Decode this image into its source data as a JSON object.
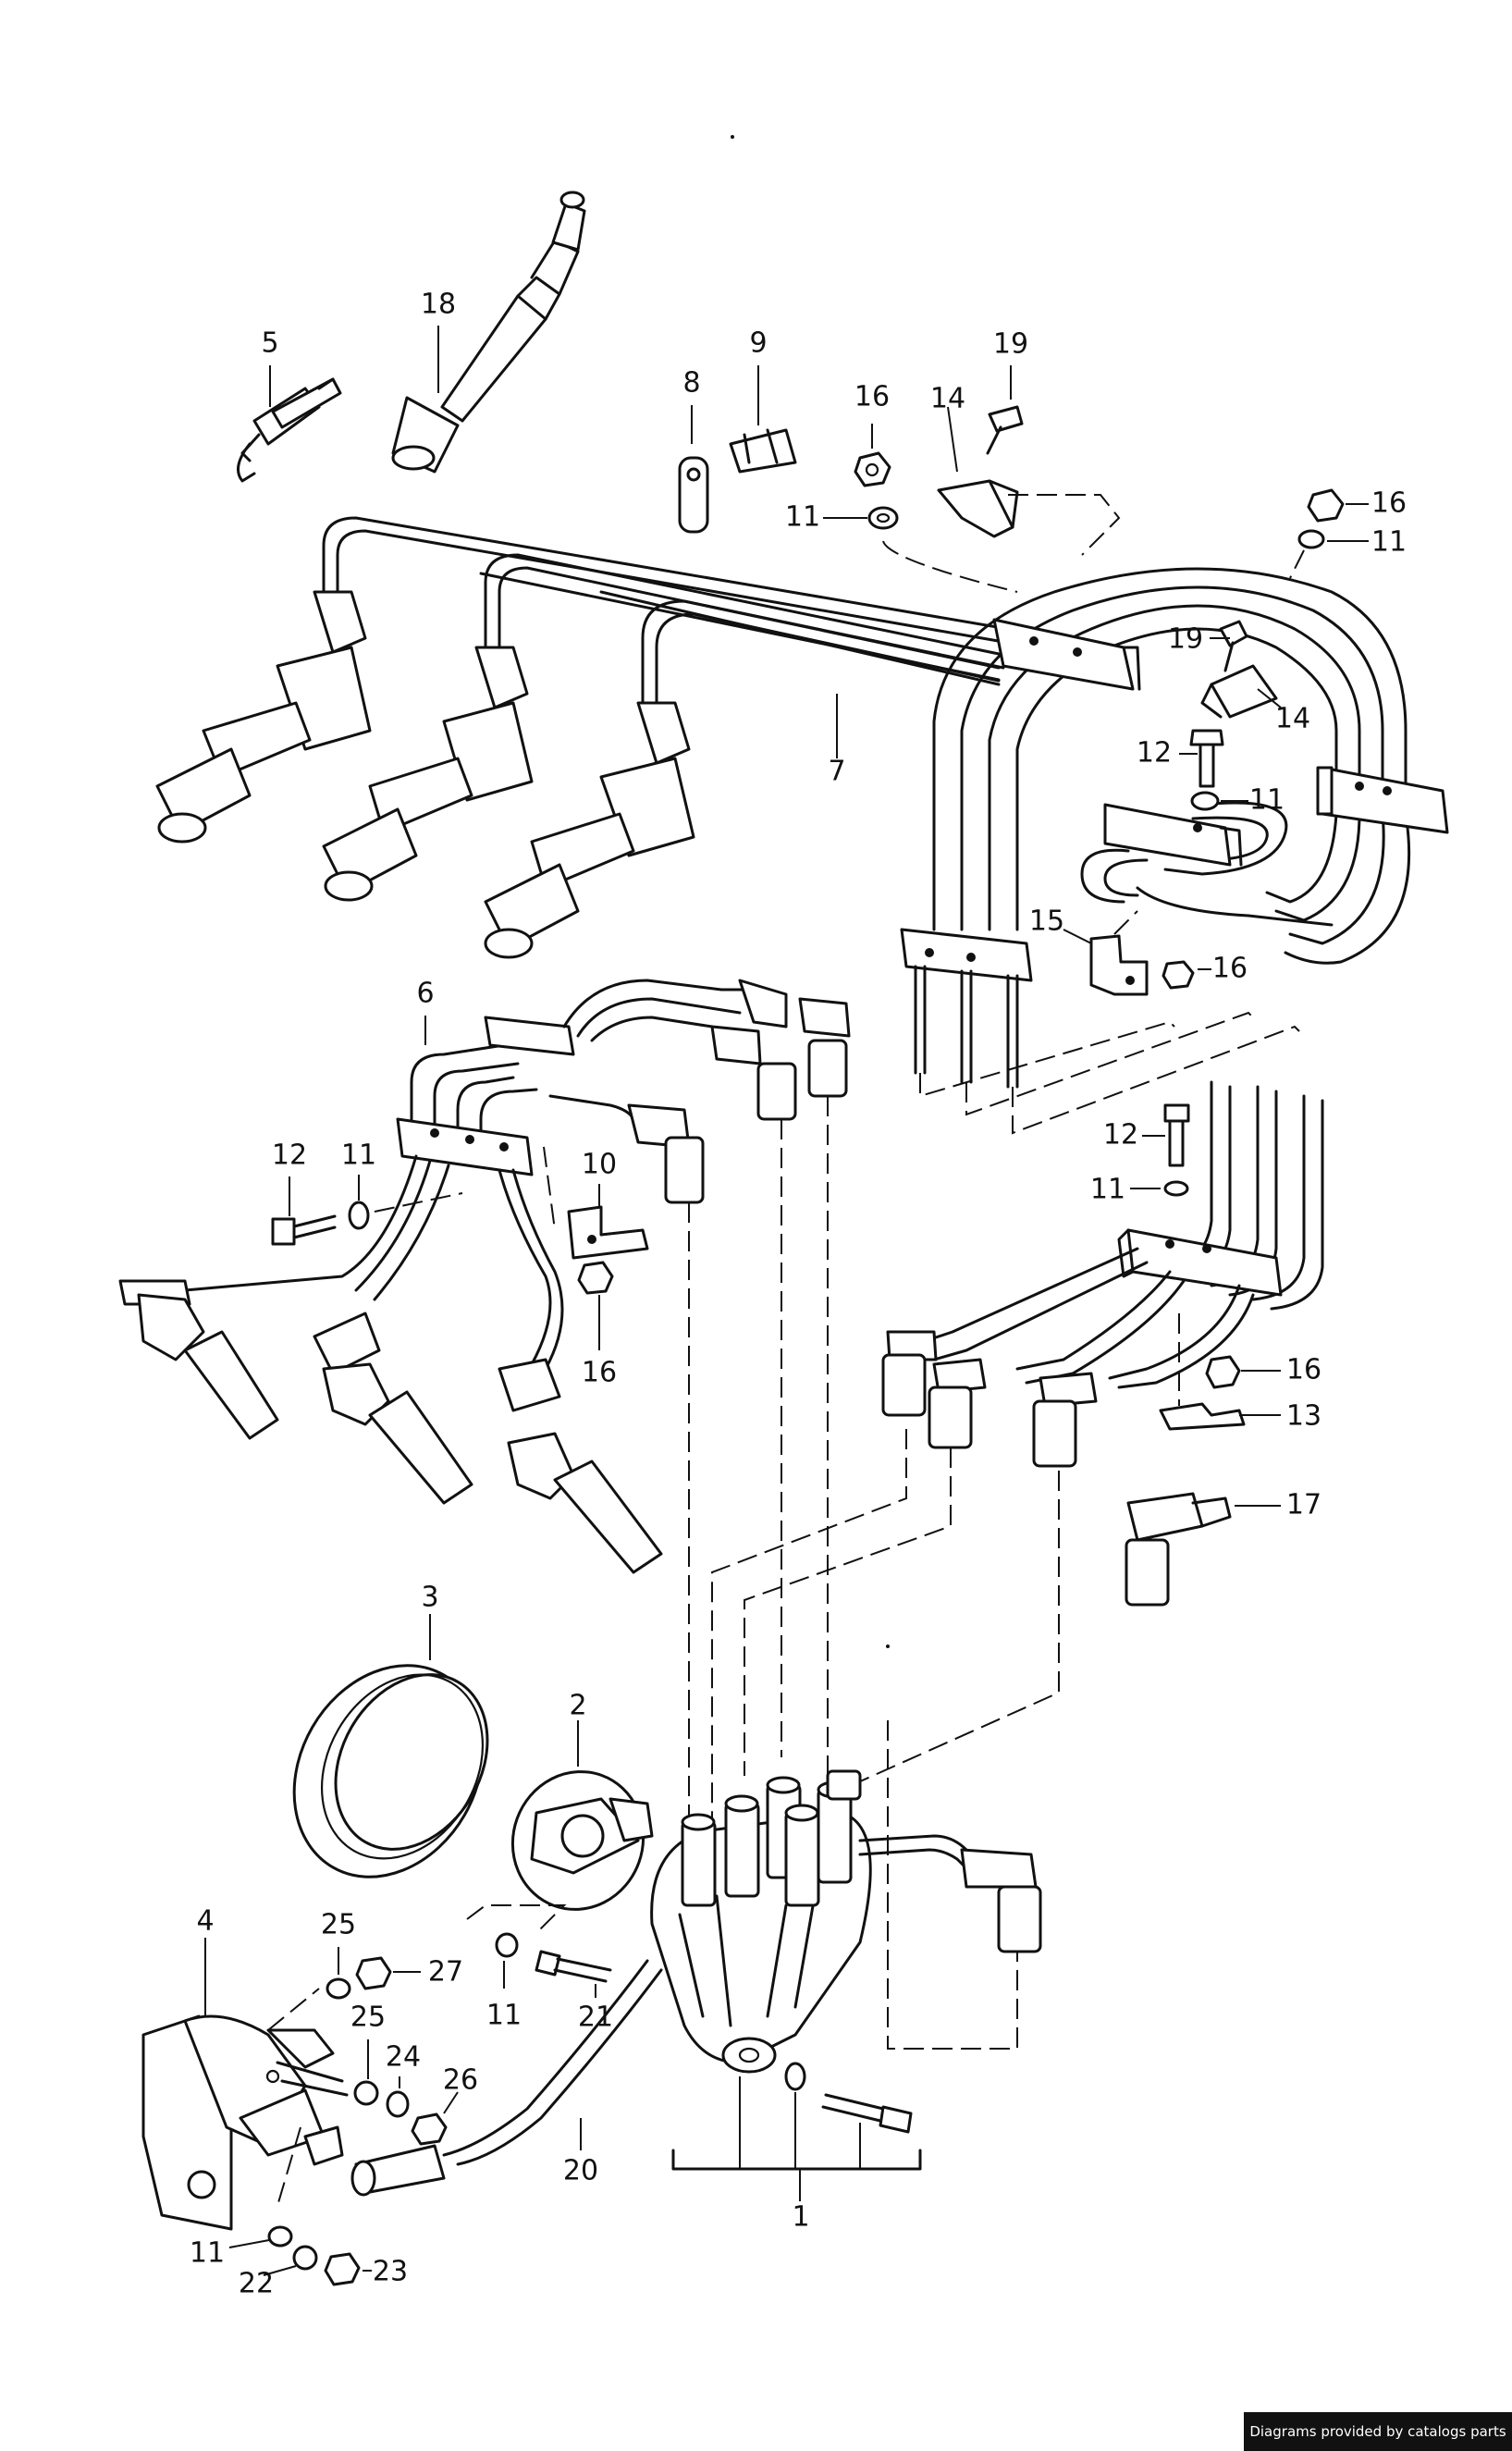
{
  "callouts": [
    {
      "id": "c1",
      "label": "1"
    },
    {
      "id": "c2",
      "label": "2"
    },
    {
      "id": "c3",
      "label": "3"
    },
    {
      "id": "c4",
      "label": "4"
    },
    {
      "id": "c5",
      "label": "5"
    },
    {
      "id": "c6",
      "label": "6"
    },
    {
      "id": "c7",
      "label": "7"
    },
    {
      "id": "c8",
      "label": "8"
    },
    {
      "id": "c9",
      "label": "9"
    },
    {
      "id": "c10",
      "label": "10"
    },
    {
      "id": "c11a",
      "label": "11"
    },
    {
      "id": "c11b",
      "label": "11"
    },
    {
      "id": "c11c",
      "label": "11"
    },
    {
      "id": "c11d",
      "label": "11"
    },
    {
      "id": "c11e",
      "label": "11"
    },
    {
      "id": "c11f",
      "label": "11"
    },
    {
      "id": "c11g",
      "label": "11"
    },
    {
      "id": "c12a",
      "label": "12"
    },
    {
      "id": "c12b",
      "label": "12"
    },
    {
      "id": "c12c",
      "label": "12"
    },
    {
      "id": "c13",
      "label": "13"
    },
    {
      "id": "c14a",
      "label": "14"
    },
    {
      "id": "c14b",
      "label": "14"
    },
    {
      "id": "c15",
      "label": "15"
    },
    {
      "id": "c16a",
      "label": "16"
    },
    {
      "id": "c16b",
      "label": "16"
    },
    {
      "id": "c16c",
      "label": "16"
    },
    {
      "id": "c16d",
      "label": "16"
    },
    {
      "id": "c16e",
      "label": "16"
    },
    {
      "id": "c17",
      "label": "17"
    },
    {
      "id": "c18",
      "label": "18"
    },
    {
      "id": "c19a",
      "label": "19"
    },
    {
      "id": "c19b",
      "label": "19"
    },
    {
      "id": "c20",
      "label": "20"
    },
    {
      "id": "c21",
      "label": "21"
    },
    {
      "id": "c22",
      "label": "22"
    },
    {
      "id": "c23",
      "label": "23"
    },
    {
      "id": "c24",
      "label": "24"
    },
    {
      "id": "c25a",
      "label": "25"
    },
    {
      "id": "c25b",
      "label": "25"
    },
    {
      "id": "c26",
      "label": "26"
    },
    {
      "id": "c27",
      "label": "27"
    }
  ],
  "footer": {
    "credit": "Diagrams provided by catalogs parts"
  }
}
